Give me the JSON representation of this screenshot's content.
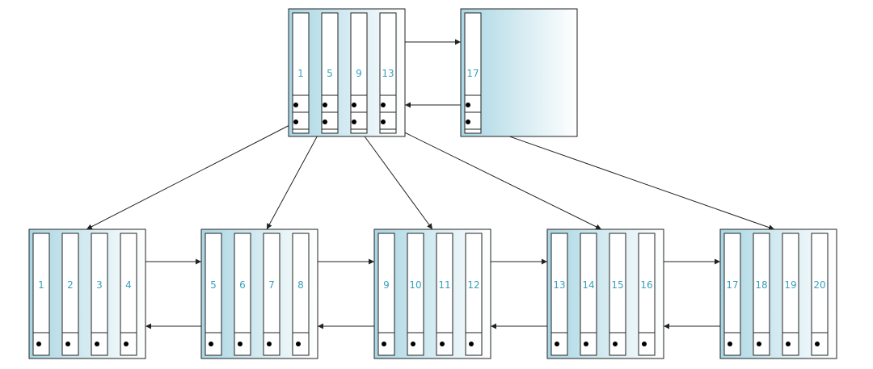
{
  "root": {
    "left_node": {
      "keys": [
        "1",
        "5",
        "9",
        "13"
      ]
    },
    "right_node": {
      "keys": [
        "17"
      ]
    }
  },
  "leaves": [
    {
      "keys": [
        "1",
        "2",
        "3",
        "4"
      ]
    },
    {
      "keys": [
        "5",
        "6",
        "7",
        "8"
      ]
    },
    {
      "keys": [
        "9",
        "10",
        "11",
        "12"
      ]
    },
    {
      "keys": [
        "13",
        "14",
        "15",
        "16"
      ]
    },
    {
      "keys": [
        "17",
        "18",
        "19",
        "20"
      ]
    }
  ],
  "colors": {
    "gradient_dark": "#a9d6e3",
    "gradient_light": "#ffffff",
    "key_text": "#3aa0be",
    "stroke": "#222222"
  }
}
